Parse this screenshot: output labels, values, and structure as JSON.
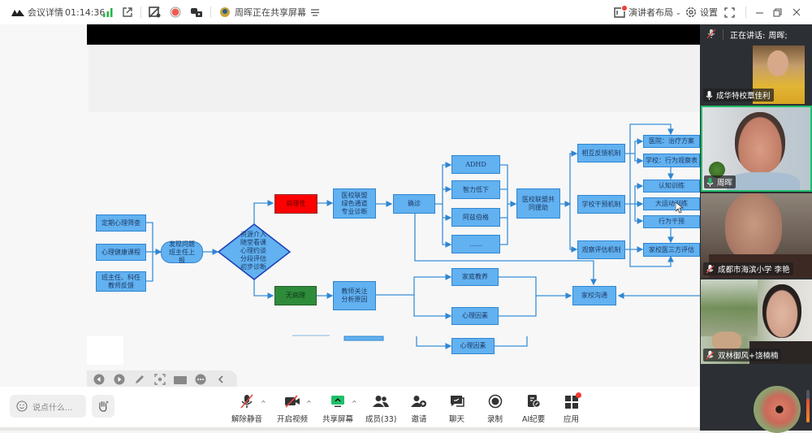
{
  "topbar": {
    "meeting_details": "会议详情",
    "elapsed_time": "01:14:36",
    "sharing_status": "周晖正在共享屏幕",
    "layout_label": "演讲者布局",
    "settings_label": "设置"
  },
  "speaking": {
    "label": "正在讲话:",
    "speaker": "周晖;"
  },
  "participants": [
    {
      "name": "成华特校覃佳利",
      "mic": "on"
    },
    {
      "name": "周晖",
      "mic": "on",
      "active": true
    },
    {
      "name": "成都市海滨小学 李艳",
      "mic": "muted"
    },
    {
      "name": "双林御风+饶楠楠",
      "mic": "muted"
    }
  ],
  "flowchart": {
    "sources": [
      "定期心理筛查",
      "心理健康课程",
      "班主任、科任教师反馈"
    ],
    "report": "发现问题班主任上报",
    "assess": [
      "资源介入",
      "随堂看课",
      "心理约谈",
      "分段评估",
      "初步诊断"
    ],
    "pathological": "病理性",
    "non_pathological": "无病理",
    "green_channel": "医校联盟绿色通道专业诊断",
    "diagnosis": "确诊",
    "conditions": [
      "ADHD",
      "智力低下",
      "阿兹伯格",
      "……"
    ],
    "joint_support": "医校联盟共同援助",
    "mechanisms": [
      "相互反馈机制",
      "学校干预机制",
      "观察评估机制"
    ],
    "actions": [
      "医院：治疗方案",
      "学校：行为观察表",
      "认知训练",
      "大运动训练",
      "行为干预",
      "家校医三方评估"
    ],
    "teacher_attention": "教师关注分析原因",
    "causes": [
      "家庭教养",
      "心理因素"
    ],
    "extra_cause": "心理因素",
    "home_school": "家校沟通"
  },
  "chat": {
    "placeholder": "说点什么..."
  },
  "toolbar": [
    {
      "label": "解除静音",
      "icon": "mic-muted-icon"
    },
    {
      "label": "开启视频",
      "icon": "video-off-icon"
    },
    {
      "label": "共享屏幕",
      "icon": "share-screen-icon"
    },
    {
      "label": "成员(33)",
      "icon": "members-icon"
    },
    {
      "label": "邀请",
      "icon": "invite-icon"
    },
    {
      "label": "聊天",
      "icon": "chat-icon"
    },
    {
      "label": "录制",
      "icon": "record-icon"
    },
    {
      "label": "AI纪要",
      "icon": "ai-notes-icon"
    },
    {
      "label": "应用",
      "icon": "apps-icon"
    }
  ],
  "colors": {
    "accent_green": "#1fbf6a",
    "node_blue": "#62b1f0",
    "node_border": "#2f86d2",
    "red_node": "#ff0000",
    "green_node": "#2e8b3a",
    "record_red": "#f05a4f"
  }
}
